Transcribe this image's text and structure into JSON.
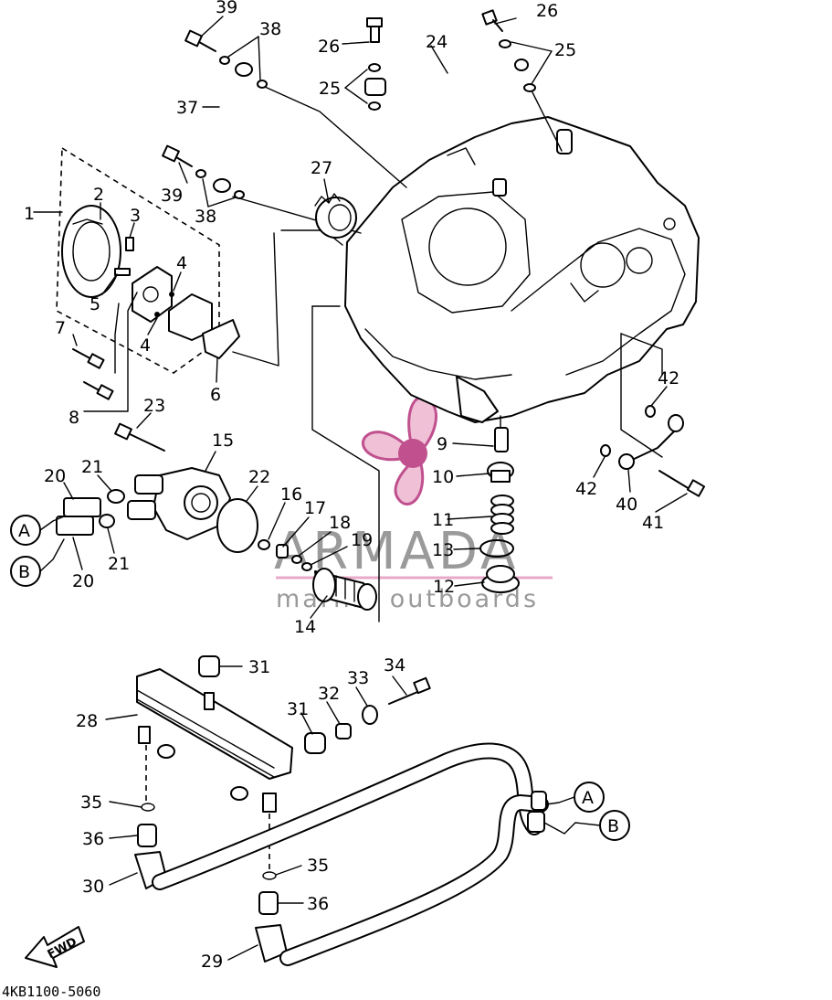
{
  "diagram_code": "4KB1100-5060",
  "watermark": {
    "brand": "ARMADA",
    "tagline": "marine outboards",
    "colors": {
      "logo_pink": "#e8a8c8",
      "logo_magenta": "#c0508e",
      "text_grey": "#9a9a9a"
    }
  },
  "direction_label": "FWD",
  "connectors": [
    "A",
    "B"
  ],
  "parts": [
    "1",
    "2",
    "3",
    "4",
    "5",
    "6",
    "7",
    "8",
    "9",
    "10",
    "11",
    "12",
    "13",
    "14",
    "15",
    "16",
    "17",
    "18",
    "19",
    "20",
    "21",
    "22",
    "23",
    "24",
    "25",
    "26",
    "27",
    "28",
    "29",
    "30",
    "31",
    "32",
    "33",
    "34",
    "35",
    "36",
    "37",
    "38",
    "39",
    "40",
    "41",
    "42"
  ],
  "callouts": {
    "c39a": "39",
    "c38a": "38",
    "c26a": "26",
    "c26b": "26",
    "c24": "24",
    "c25a": "25",
    "c25b": "25",
    "c37": "37",
    "c39b": "39",
    "c38b": "38",
    "c27": "27",
    "c1": "1",
    "c2": "2",
    "c3": "3",
    "c4a": "4",
    "c5": "5",
    "c4b": "4",
    "c7": "7",
    "c6": "6",
    "c8": "8",
    "c23": "23",
    "c15": "15",
    "c20a": "20",
    "c21a": "21",
    "c22": "22",
    "c16": "16",
    "c17": "17",
    "c18": "18",
    "c19": "19",
    "c21b": "21",
    "c20b": "20",
    "c14": "14",
    "c9": "9",
    "c10": "10",
    "c11": "11",
    "c13": "13",
    "c12": "12",
    "c42a": "42",
    "c42b": "42",
    "c40": "40",
    "c41": "41",
    "c31a": "31",
    "c32": "32",
    "c33": "33",
    "c34": "34",
    "c28": "28",
    "c31b": "31",
    "c35a": "35",
    "c36a": "36",
    "c30": "30",
    "c35b": "35",
    "c36b": "36",
    "c29": "29",
    "cA1": "A",
    "cB1": "B",
    "cA2": "A",
    "cB2": "B"
  }
}
